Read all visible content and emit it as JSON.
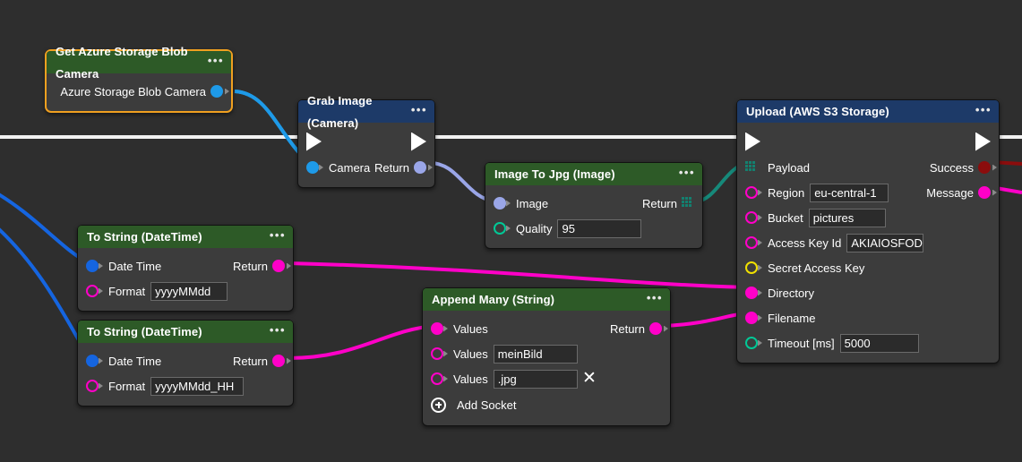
{
  "editor": {
    "background_color": "#2e2e2e",
    "selection_color": "#f0a020",
    "menu_dots": "•••",
    "add_socket_label": "Add Socket",
    "remove_socket_glyph": "✕"
  },
  "socket_colors": {
    "exec": "#ffffff",
    "camera": "#1e9ae8",
    "image": "#9aa6e8",
    "array": "#13806f",
    "string": "#ff00c8",
    "number": "#00c896",
    "datetime": "#1565e0",
    "secret": "#f0e000",
    "success": "#8b0d0d"
  },
  "nodes": [
    {
      "id": "get-azure-storage-blob-camera",
      "title": "Get Azure Storage Blob Camera",
      "header_style": "green",
      "selected": true,
      "rows": [
        {
          "kind": "value",
          "label": "Azure Storage Blob Camera",
          "align": "right",
          "out_socket": "camera"
        }
      ]
    },
    {
      "id": "grab-image-camera",
      "title": "Grab Image (Camera)",
      "header_style": "blue",
      "selected": false,
      "rows": [
        {
          "kind": "exec",
          "label": ""
        },
        {
          "kind": "value",
          "label_in": "Camera",
          "label_out": "Return",
          "in_socket": "camera",
          "out_socket": "image"
        }
      ]
    },
    {
      "id": "image-to-jpg",
      "title": "Image To Jpg (Image)",
      "header_style": "green",
      "selected": false,
      "rows": [
        {
          "kind": "value",
          "label_in": "Image",
          "label_out": "Return",
          "in_socket": "image",
          "out_socket": "array"
        },
        {
          "kind": "field",
          "label": "Quality",
          "value": "95",
          "in_socket": "number"
        }
      ]
    },
    {
      "id": "upload-aws-s3-storage",
      "title": "Upload (AWS S3 Storage)",
      "header_style": "blue",
      "selected": false,
      "rows": [
        {
          "kind": "exec",
          "label": ""
        },
        {
          "kind": "value",
          "label_in": "Payload",
          "label_out": "Success",
          "in_socket": "array",
          "out_socket": "success"
        },
        {
          "kind": "field",
          "label": "Region",
          "value": "eu-central-1",
          "label_out": "Message",
          "in_socket": "string",
          "out_socket": "string"
        },
        {
          "kind": "field",
          "label": "Bucket",
          "value": "pictures",
          "in_socket": "string"
        },
        {
          "kind": "field",
          "label": "Access Key Id",
          "value": "AKIAIOSFODNN",
          "in_socket": "string"
        },
        {
          "kind": "value",
          "label_in": "Secret Access Key",
          "in_socket": "secret"
        },
        {
          "kind": "value",
          "label_in": "Directory",
          "in_socket": "string",
          "connected": true
        },
        {
          "kind": "value",
          "label_in": "Filename",
          "in_socket": "string",
          "connected": true
        },
        {
          "kind": "field",
          "label": "Timeout [ms]",
          "value": "5000",
          "in_socket": "number"
        }
      ]
    },
    {
      "id": "to-string-datetime-1",
      "title": "To String (DateTime)",
      "header_style": "green",
      "selected": false,
      "rows": [
        {
          "kind": "value",
          "label_in": "Date Time",
          "label_out": "Return",
          "in_socket": "datetime",
          "out_socket": "string"
        },
        {
          "kind": "field",
          "label": "Format",
          "value": "yyyyMMdd",
          "in_socket": "string"
        }
      ]
    },
    {
      "id": "to-string-datetime-2",
      "title": "To String (DateTime)",
      "header_style": "green",
      "selected": false,
      "rows": [
        {
          "kind": "value",
          "label_in": "Date Time",
          "label_out": "Return",
          "in_socket": "datetime",
          "out_socket": "string"
        },
        {
          "kind": "field",
          "label": "Format",
          "value": "yyyyMMdd_HH",
          "in_socket": "string"
        }
      ]
    },
    {
      "id": "append-many-string",
      "title": "Append Many (String)",
      "header_style": "green",
      "selected": false,
      "rows": [
        {
          "kind": "value",
          "label_in": "Values",
          "label_out": "Return",
          "in_socket": "string",
          "out_socket": "string",
          "connected": true
        },
        {
          "kind": "field",
          "label": "Values",
          "value": "meinBild",
          "in_socket": "string"
        },
        {
          "kind": "field",
          "label": "Values",
          "value": ".jpg",
          "in_socket": "string",
          "removable": true
        }
      ]
    }
  ],
  "labels": {
    "azure_blob_camera": "Azure Storage Blob Camera",
    "camera": "Camera",
    "return": "Return",
    "image": "Image",
    "quality": "Quality",
    "quality_value": "95",
    "payload": "Payload",
    "success": "Success",
    "message": "Message",
    "region": "Region",
    "region_value": "eu-central-1",
    "bucket": "Bucket",
    "bucket_value": "pictures",
    "access_key_id": "Access Key Id",
    "access_key_id_value": "AKIAIOSFODNN",
    "secret_access_key": "Secret Access Key",
    "directory": "Directory",
    "filename": "Filename",
    "timeout": "Timeout [ms]",
    "timeout_value": "5000",
    "date_time": "Date Time",
    "format": "Format",
    "format_value_1": "yyyyMMdd",
    "format_value_2": "yyyyMMdd_HH",
    "values": "Values",
    "values_value_1": "meinBild",
    "values_value_2": ".jpg"
  },
  "titles": {
    "get_azure": "Get Azure Storage Blob Camera",
    "grab_image": "Grab Image (Camera)",
    "image_to_jpg": "Image To Jpg (Image)",
    "upload_s3": "Upload (AWS S3 Storage)",
    "to_string_1": "To String (DateTime)",
    "to_string_2": "To String (DateTime)",
    "append_many": "Append Many (String)"
  },
  "connections": [
    {
      "from": "get-azure-storage-blob-camera.out",
      "to": "grab-image-camera.camera",
      "color": "#1e9ae8"
    },
    {
      "from": "grab-image-camera.return",
      "to": "image-to-jpg.image",
      "color": "#9aa6e8"
    },
    {
      "from": "image-to-jpg.return",
      "to": "upload-aws-s3-storage.payload",
      "color": "#16897a"
    },
    {
      "from": "to-string-datetime-1.return",
      "to": "upload-aws-s3-storage.directory",
      "color": "#ff00c8"
    },
    {
      "from": "to-string-datetime-2.return",
      "to": "append-many-string.values",
      "color": "#ff00c8"
    },
    {
      "from": "append-many-string.return",
      "to": "upload-aws-s3-storage.filename",
      "color": "#ff00c8"
    },
    {
      "from": "offscreen-left",
      "to": "to-string-datetime-1.datetime",
      "color": "#1565e0"
    },
    {
      "from": "offscreen-left",
      "to": "to-string-datetime-2.datetime",
      "color": "#1565e0"
    },
    {
      "from": "exec-bus",
      "to": "grab-image-camera.exec-in",
      "color": "#ffffff"
    },
    {
      "from": "grab-image-camera.exec-out",
      "to": "upload-aws-s3-storage.exec-in",
      "color": "#ffffff"
    },
    {
      "from": "upload-aws-s3-storage.success",
      "to": "offscreen-right",
      "color": "#8b0d0d"
    },
    {
      "from": "upload-aws-s3-storage.message",
      "to": "offscreen-right",
      "color": "#ff00c8"
    }
  ]
}
